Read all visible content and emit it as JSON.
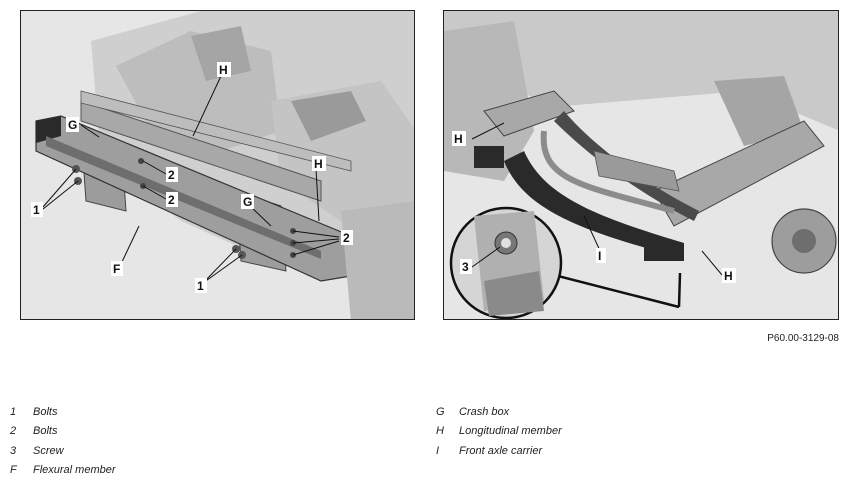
{
  "figure_code": "P60.00-3129-08",
  "left_callouts": {
    "g_top": "G",
    "h_top": "H",
    "h_mid": "H",
    "two_a": "2",
    "two_b": "2",
    "two_c": "2",
    "one_left": "1",
    "one_bottom": "1",
    "f": "F",
    "g_mid": "G"
  },
  "right_callouts": {
    "h_left": "H",
    "h_right": "H",
    "three": "3",
    "i": "I"
  },
  "legend_left": [
    {
      "key": "1",
      "text": "Bolts"
    },
    {
      "key": "2",
      "text": "Bolts"
    },
    {
      "key": "3",
      "text": "Screw"
    },
    {
      "key": "F",
      "text": "Flexural member"
    }
  ],
  "legend_right": [
    {
      "key": "G",
      "text": "Crash box"
    },
    {
      "key": "H",
      "text": "Longitudinal member"
    },
    {
      "key": "I",
      "text": "Front axle carrier"
    }
  ],
  "colors": {
    "part_fill": "#b5b5b5",
    "part_dark": "#6e6e6e",
    "part_black": "#2a2a2a",
    "panel_bg": "#e6e6e6"
  }
}
